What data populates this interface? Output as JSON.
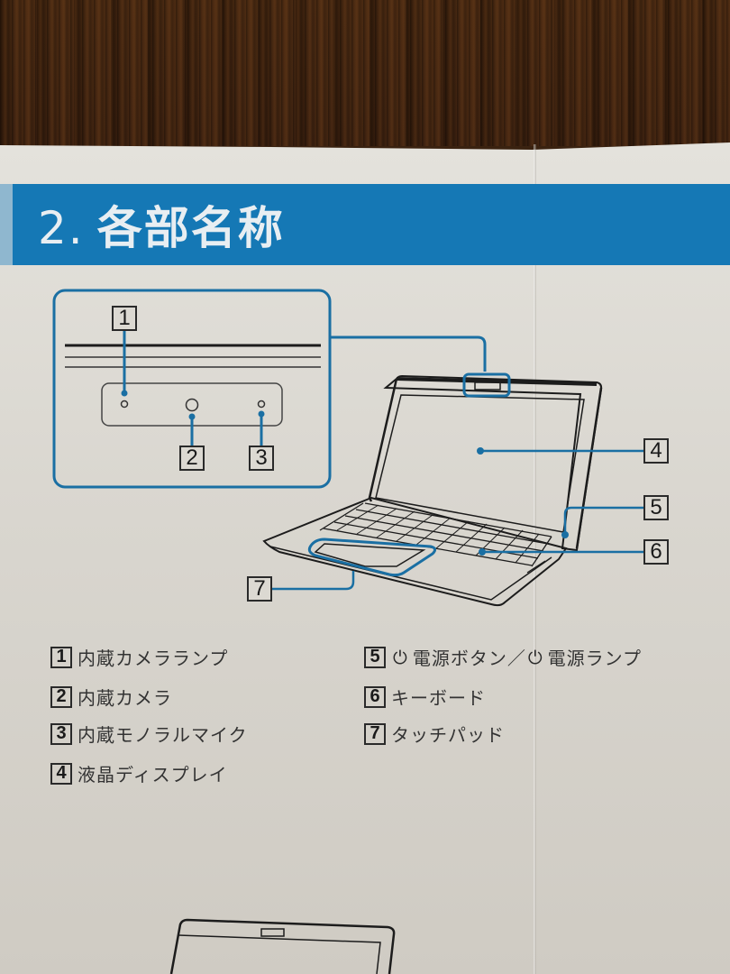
{
  "section": {
    "number": "2.",
    "title": "各部名称",
    "banner_color": "#1578b5"
  },
  "callouts": {
    "c1": "1",
    "c2": "2",
    "c3": "3",
    "c4": "4",
    "c5": "5",
    "c6": "6",
    "c7": "7"
  },
  "legend": {
    "items": [
      {
        "number": "1",
        "label": "内蔵カメラランプ"
      },
      {
        "number": "2",
        "label": "内蔵カメラ"
      },
      {
        "number": "3",
        "label": "内蔵モノラルマイク"
      },
      {
        "number": "4",
        "label": "液晶ディスプレイ"
      },
      {
        "number": "5",
        "label_a": "電源ボタン／",
        "label_b": "電源ランプ",
        "icon": "power-icon",
        "icon_glyph": "⏻"
      },
      {
        "number": "6",
        "label": "キーボード"
      },
      {
        "number": "7",
        "label": "タッチパッド"
      }
    ]
  },
  "colors": {
    "accent_blue": "#1a6fa3",
    "paper": "#dcd9d2",
    "ink": "#2a2a2a"
  }
}
